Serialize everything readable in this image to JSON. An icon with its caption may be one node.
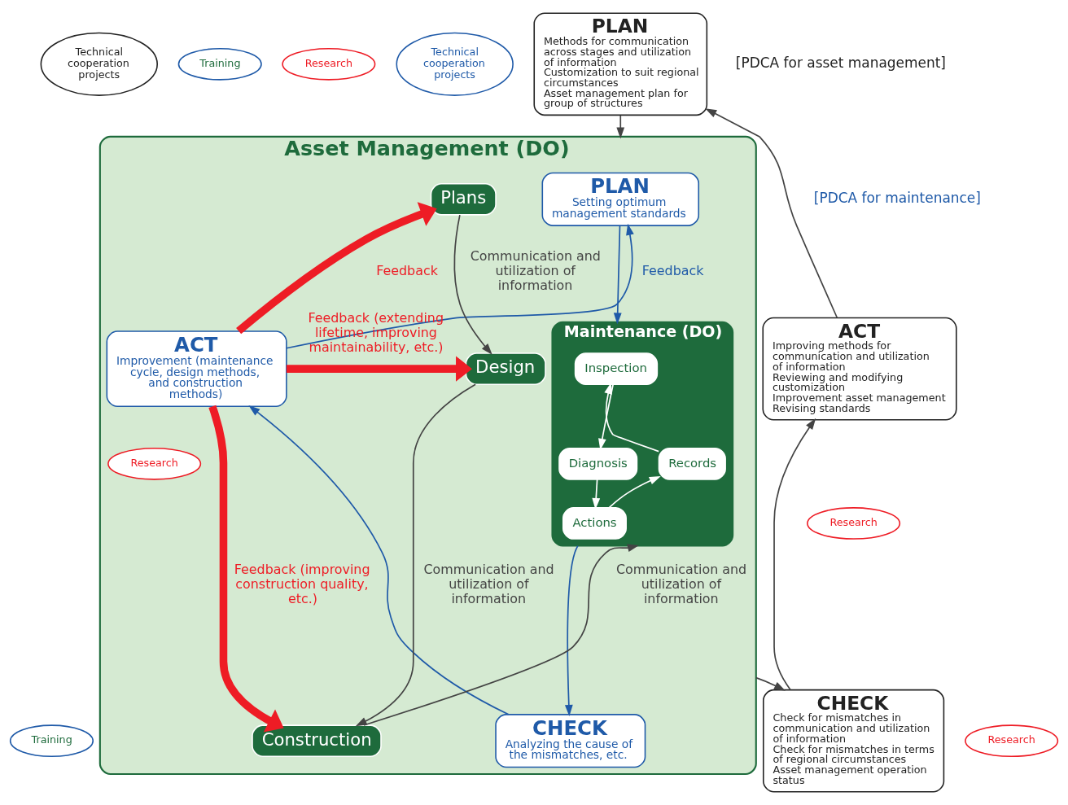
{
  "diagram": {
    "nodes": [
      {
        "text": [
          "Technical cooperation projects"
        ]
      },
      {
        "text": [
          "Asset Management (DO)"
        ]
      },
      {
        "text": [
          "Training"
        ]
      },
      {
        "text": [
          "Research"
        ]
      },
      {
        "text": [
          "Technical cooperation projects"
        ]
      },
      {
        "text": [
          "PLAN",
          "Setting optimum management standards"
        ],
        "in": 1
      },
      {
        "text": [
          "Maintenance (DO)"
        ],
        "in": 1
      },
      {
        "text": [
          "Inspection"
        ],
        "in": 6
      },
      {
        "text": [
          "Diagnosis"
        ],
        "in": 6
      },
      {
        "text": [
          "Records"
        ],
        "in": 6
      },
      {
        "text": [
          "Actions"
        ],
        "in": 6
      },
      {
        "text": [
          "ACT",
          "Improvement (maintenance cycle, design methods, and construction methods)"
        ],
        "in": 1
      },
      {
        "text": [
          "CHECK",
          "Analyzing the cause of the mismatches, etc."
        ],
        "in": 1
      },
      {
        "text": [
          "Training"
        ]
      },
      {
        "text": [
          "Plans"
        ],
        "in": 1
      },
      {
        "text": [
          "Design"
        ],
        "in": 1
      },
      {
        "text": [
          "Construction"
        ],
        "in": 1
      },
      {
        "text": [
          "Research"
        ],
        "in": 1
      },
      {
        "text": [
          "Research"
        ]
      },
      {
        "text": [
          "Research"
        ]
      },
      {
        "text": [
          "PLAN",
          "Methods for communication across stages and utilization of information",
          "Customization to suit regional circumstances",
          "Asset management plan for group of structures"
        ]
      },
      {
        "text": [
          "ACT",
          "Improving methods for communication and utilization of information",
          "Reviewing and modifying customization",
          "Improvement asset management",
          "Revising standards"
        ]
      },
      {
        "text": [
          "CHECK",
          "Check for mismatches in communication and utilization of information",
          "Check for mismatches in terms of regional circumstances",
          "Asset management operation status"
        ]
      }
    ],
    "edges": [
      {
        "from": 7,
        "to": 8,
        "arrow": "to",
        "color": "#ffffff"
      },
      {
        "from": 8,
        "to": 10,
        "arrow": "to",
        "color": "#ffffff"
      },
      {
        "from": 10,
        "to": 9,
        "arrow": "to",
        "color": "#ffffff"
      },
      {
        "from": 9,
        "to": 7,
        "arrow": "to",
        "color": "#ffffff"
      },
      {
        "from": 5,
        "to": 6,
        "arrow": "to",
        "color": "#1f5aa8"
      },
      {
        "from": 6,
        "to": 12,
        "arrow": "to",
        "color": "#1f5aa8"
      },
      {
        "from": 12,
        "to": 11,
        "arrow": "to",
        "color": "#1f5aa8"
      },
      {
        "from": 11,
        "to": 5,
        "arrow": "to",
        "label": "Feedback",
        "color": "#1f5aa8"
      },
      {
        "from": 11,
        "to": 14,
        "arrow": "to",
        "label": "Feedback",
        "style": "thick",
        "color": "#ee1c25"
      },
      {
        "from": 11,
        "to": 15,
        "arrow": "to",
        "label": "Feedback (extending lifetime, improving maintainability, etc.)",
        "style": "thick",
        "color": "#ee1c25"
      },
      {
        "from": 11,
        "to": 16,
        "arrow": "to",
        "label": "Feedback (improving construction quality, etc.)",
        "style": "thick",
        "color": "#ee1c25"
      },
      {
        "from": 14,
        "to": 15,
        "arrow": "to",
        "label": "Communication and utilization of information"
      },
      {
        "from": 15,
        "to": 16,
        "arrow": "to",
        "label": "Communication and utilization of information"
      },
      {
        "from": 16,
        "to": 6,
        "arrow": "to",
        "label": "Communication and utilization of information"
      },
      {
        "from": 22,
        "to": 21,
        "arrow": "to"
      },
      {
        "from": 21,
        "to": 20,
        "arrow": "to"
      },
      {
        "from": 20,
        "to": 1,
        "arrow": "to"
      },
      {
        "from": 1,
        "to": 22,
        "arrow": "to"
      }
    ],
    "labels": [
      "[PDCA for asset management]",
      "[PDCA for maintenance]"
    ]
  }
}
